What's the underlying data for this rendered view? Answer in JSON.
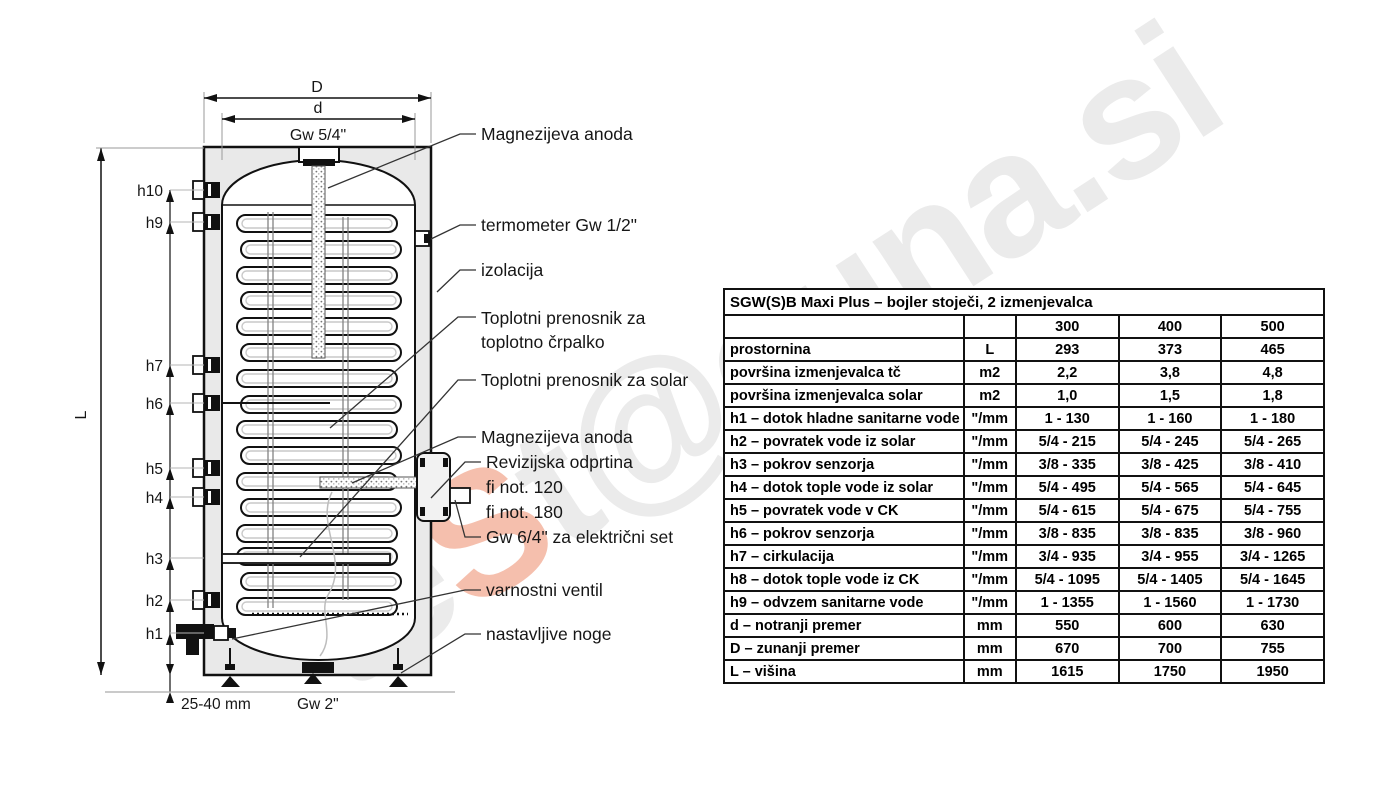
{
  "watermark": {
    "part1": "te",
    "accent": "S",
    "part2": "t@cuna.si"
  },
  "diagram": {
    "dims": {
      "D": "D",
      "d": "d",
      "top_connection": "Gw 5/4\"",
      "L": "L",
      "bottom_gap": "25-40 mm",
      "bottom_connection": "Gw 2\""
    },
    "h": {
      "h1": "h1",
      "h2": "h2",
      "h3": "h3",
      "h4": "h4",
      "h5": "h5",
      "h6": "h6",
      "h7": "h7",
      "h9": "h9",
      "h10": "h10"
    },
    "labels": {
      "anode_top": "Magnezijeva anoda",
      "thermometer": "termometer Gw 1/2\"",
      "insulation": "izolacija",
      "hx_heatpump_line1": "Toplotni prenosnik za",
      "hx_heatpump_line2": "toplotno črpalko",
      "hx_solar": "Toplotni prenosnik za solar",
      "anode_side": "Magnezijeva anoda",
      "revision_opening": "Revizijska odprtina",
      "fi_120": "fi not. 120",
      "fi_180": "fi not. 180",
      "electric_set": "Gw 6/4\" za električni set",
      "safety_valve": "varnostni ventil",
      "adjustable_feet": "nastavljive noge"
    }
  },
  "table": {
    "title": "SGW(S)B Maxi Plus – bojler stoječi, 2 izmenjevalca",
    "columns": [
      "300",
      "400",
      "500"
    ],
    "rows": [
      {
        "label": "prostornina",
        "unit": "L",
        "values": [
          "293",
          "373",
          "465"
        ]
      },
      {
        "label": "površina izmenjevalca tč",
        "unit": "m2",
        "values": [
          "2,2",
          "3,8",
          "4,8"
        ]
      },
      {
        "label": "površina izmenjevalca solar",
        "unit": "m2",
        "values": [
          "1,0",
          "1,5",
          "1,8"
        ]
      },
      {
        "label": "h1 – dotok hladne sanitarne vode",
        "unit": "\"/mm",
        "values": [
          "1 - 130",
          "1 - 160",
          "1 - 180"
        ]
      },
      {
        "label": "h2 – povratek vode iz solar",
        "unit": "\"/mm",
        "values": [
          "5/4 - 215",
          "5/4 - 245",
          "5/4 - 265"
        ]
      },
      {
        "label": "h3 – pokrov senzorja",
        "unit": "\"/mm",
        "values": [
          "3/8 - 335",
          "3/8 - 425",
          "3/8 - 410"
        ]
      },
      {
        "label": "h4 – dotok tople vode iz solar",
        "unit": "\"/mm",
        "values": [
          "5/4 - 495",
          "5/4 - 565",
          "5/4 - 645"
        ]
      },
      {
        "label": "h5 – povratek vode v CK",
        "unit": "\"/mm",
        "values": [
          "5/4 - 615",
          "5/4 - 675",
          "5/4 - 755"
        ]
      },
      {
        "label": "h6 – pokrov senzorja",
        "unit": "\"/mm",
        "values": [
          "3/8 - 835",
          "3/8 - 835",
          "3/8 - 960"
        ]
      },
      {
        "label": "h7 – cirkulacija",
        "unit": "\"/mm",
        "values": [
          "3/4 - 935",
          "3/4 - 955",
          "3/4 - 1265"
        ]
      },
      {
        "label": "h8 – dotok tople vode iz CK",
        "unit": "\"/mm",
        "values": [
          "5/4 - 1095",
          "5/4 - 1405",
          "5/4 - 1645"
        ]
      },
      {
        "label": "h9 – odvzem sanitarne vode",
        "unit": "\"/mm",
        "values": [
          "1 - 1355",
          "1 - 1560",
          "1 - 1730"
        ]
      },
      {
        "label": "d – notranji premer",
        "unit": "mm",
        "values": [
          "550",
          "600",
          "630"
        ]
      },
      {
        "label": "D – zunanji premer",
        "unit": "mm",
        "values": [
          "670",
          "700",
          "755"
        ]
      },
      {
        "label": "L – višina",
        "unit": "mm",
        "values": [
          "1615",
          "1750",
          "1950"
        ]
      }
    ]
  }
}
